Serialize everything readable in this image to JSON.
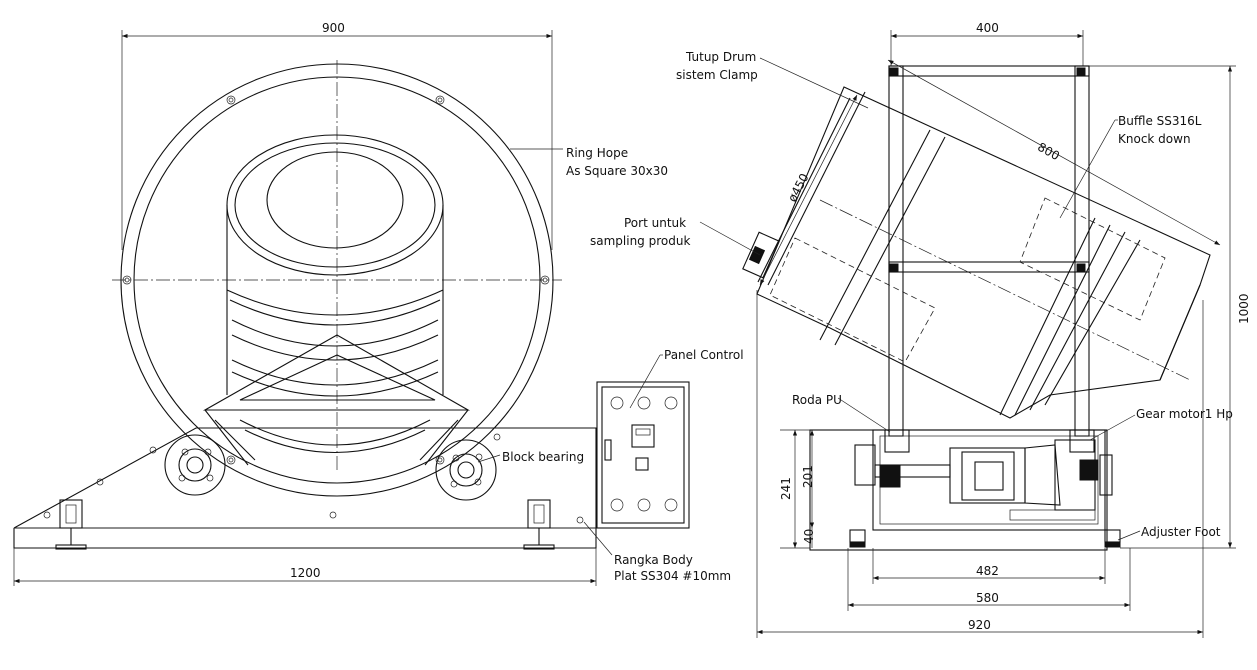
{
  "dimensions": {
    "front_width_top": "900",
    "front_width_base": "1200",
    "side_width_top": "400",
    "drum_length": "800",
    "drum_diameter": "ø450",
    "height_total": "1000",
    "base_height": "241",
    "frame_height": "201",
    "foot_height": "40",
    "base_inner": "482",
    "base_outer": "580",
    "overall_width": "920"
  },
  "labels": {
    "ring_hope_1": "Ring Hope",
    "ring_hope_2": "As Square 30x30",
    "panel_control": "Panel Control",
    "block_bearing": "Block bearing",
    "rangka_1": "Rangka Body",
    "rangka_2": "Plat SS304 #10mm",
    "tutup_1": "Tutup Drum",
    "tutup_2": "sistem Clamp",
    "buffle_1": "Buffle SS316L",
    "buffle_2": "Knock down",
    "port_1": "Port untuk",
    "port_2": "sampling produk",
    "roda_pu": "Roda PU",
    "gear_motor": "Gear motor1 Hp",
    "adjuster_foot": "Adjuster Foot"
  }
}
